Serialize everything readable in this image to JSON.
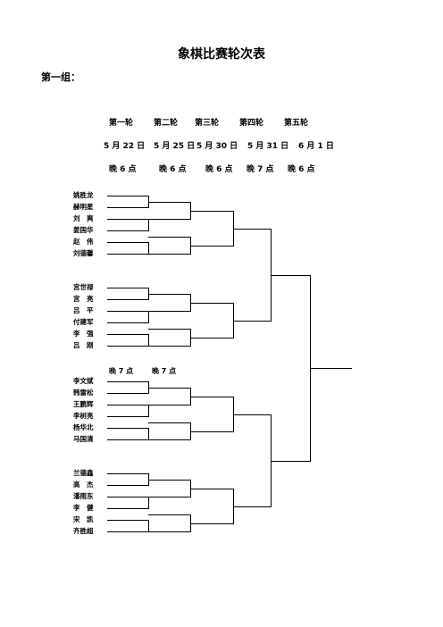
{
  "title": "象棋比赛轮次表",
  "group_label": "第一组：",
  "rounds": [
    "第一轮",
    "第二轮",
    "第三轮",
    "第四轮",
    "第五轮"
  ],
  "dates": [
    "5 月 22 日",
    "5 月 25 日",
    "5 月 30 日",
    "5 月 31 日",
    "6 月 1 日"
  ],
  "times_top": [
    "晚 6 点",
    "晚 6 点",
    "晚 6 点",
    "晚 7 点",
    "晚 6 点"
  ],
  "times_mid": [
    "晚 7 点",
    "晚 7 点"
  ],
  "players": [
    "姚胜龙",
    "赫明星",
    "刘　爽",
    "姜国华",
    "赵　伟",
    "刘德馨",
    "宫世禄",
    "宫　亮",
    "吕　平",
    "付建军",
    "李　强",
    "吕　刚",
    "李文斌",
    "韩雷松",
    "王鹏辉",
    "李树亮",
    "杨华北",
    "马国清",
    "兰德鑫",
    "高　杰",
    "潘雨东",
    "李　健",
    "宋　凯",
    "齐胜超"
  ]
}
